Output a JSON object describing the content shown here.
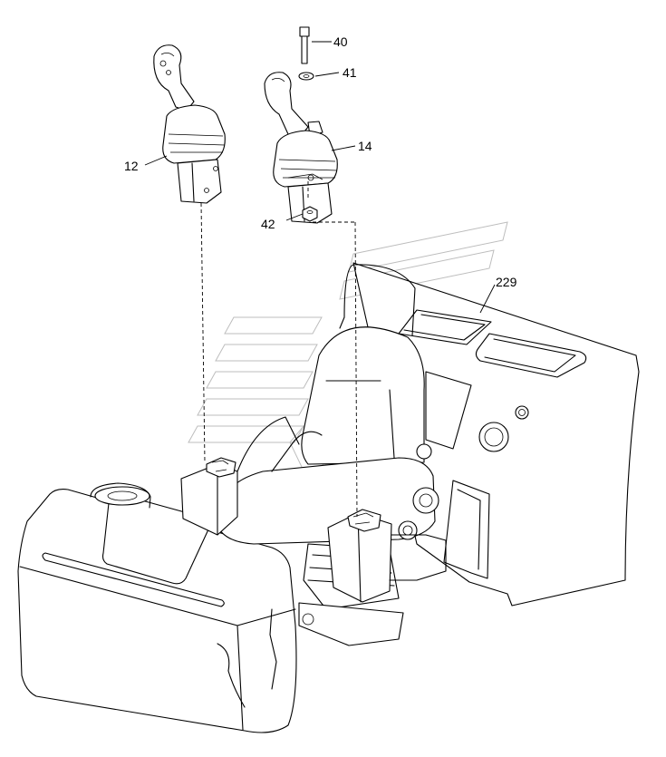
{
  "labels": {
    "part_40": "40",
    "part_41": "41",
    "part_12": "12",
    "part_14": "14",
    "part_42": "42",
    "part_229": "229"
  }
}
